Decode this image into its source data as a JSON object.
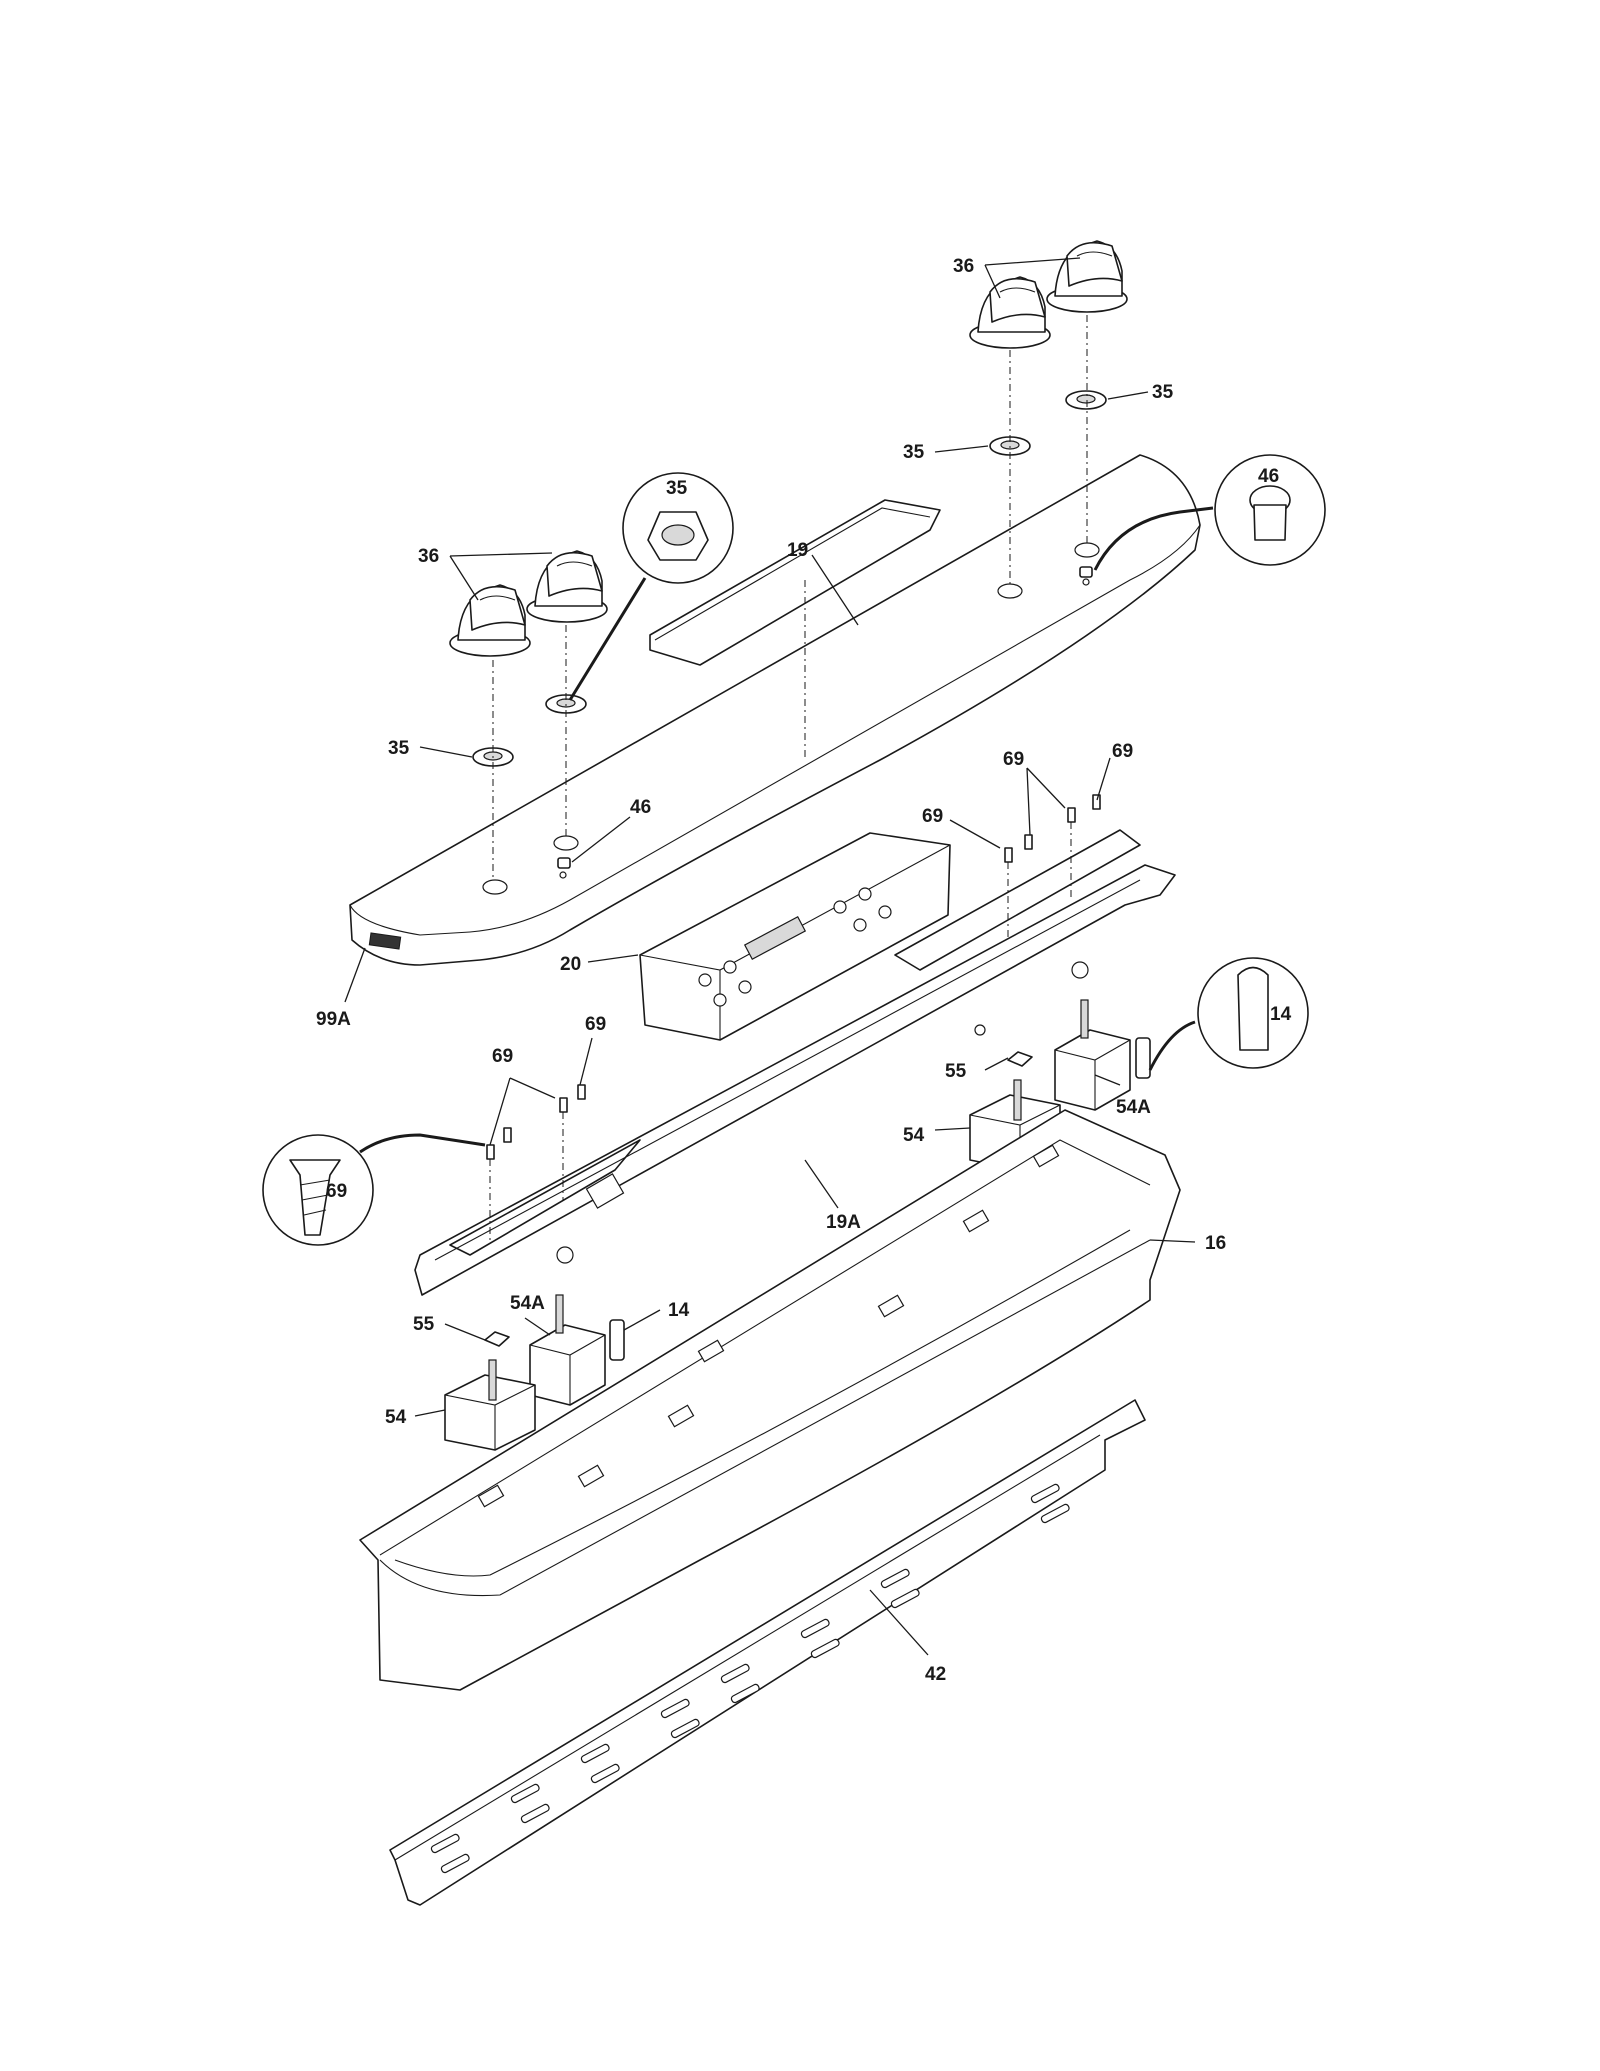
{
  "callouts": {
    "k36_right": "36",
    "k35_right_upper": "35",
    "k35_right_lower": "35",
    "k46_inset": "46",
    "k19": "19",
    "k35_inset": "35",
    "k36_left": "36",
    "k35_left": "35",
    "k46_left": "46",
    "k69_a": "69",
    "k69_b": "69",
    "k69_c": "69",
    "k20": "20",
    "k99A": "99A",
    "k14_inset": "14",
    "k55_right": "55",
    "k54A_right": "54A",
    "k54_right": "54",
    "k69_d": "69",
    "k69_e": "69",
    "k69_inset": "69",
    "k19A": "19A",
    "k16": "16",
    "k55_left": "55",
    "k54A_left": "54A",
    "k14_left": "14",
    "k54_left": "54",
    "k42": "42"
  }
}
